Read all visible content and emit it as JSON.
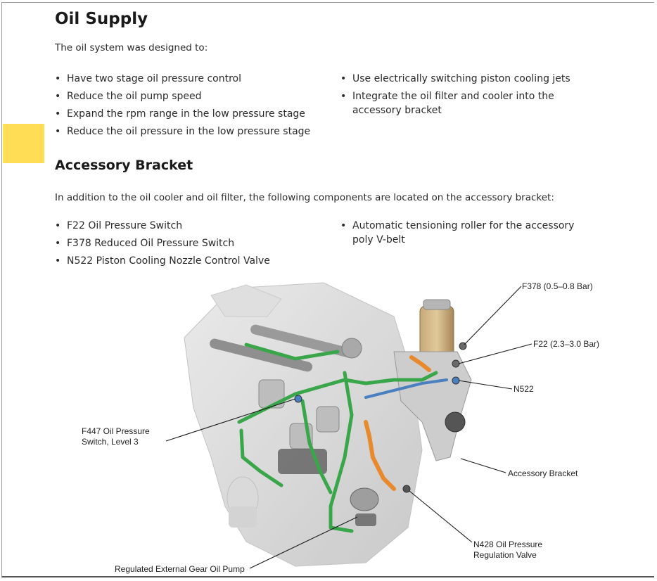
{
  "oil_supply": {
    "title": "Oil Supply",
    "intro": "The oil system was designed to:",
    "left_bullets": [
      "Have two stage oil pressure control",
      "Reduce the oil pump speed",
      "Expand the rpm range in the low pressure stage",
      "Reduce the oil pressure in the low pressure stage"
    ],
    "right_bullets": [
      "Use electrically switching piston cooling jets",
      "Integrate the oil filter and cooler into the accessory bracket"
    ]
  },
  "accessory_bracket": {
    "title": "Accessory Bracket",
    "intro": "In addition to the oil cooler and oil filter, the following components are located on the accessory bracket:",
    "left_bullets": [
      "F22 Oil Pressure Switch",
      "F378 Reduced Oil Pressure Switch",
      "N522 Piston Cooling Nozzle Control Valve"
    ],
    "right_bullets": [
      "Automatic tensioning roller for the accessory poly V-belt"
    ]
  },
  "diagram_labels": {
    "f378": "F378 (0.5–0.8 Bar)",
    "f22": "F22 (2.3–3.0 Bar)",
    "n522": "N522",
    "f447_line1": "F447 Oil Pressure",
    "f447_line2": "Switch, Level 3",
    "accessory_bracket": "Accessory Bracket",
    "n428_line1": "N428 Oil Pressure",
    "n428_line2": "Regulation Valve",
    "pump": "Regulated External Gear Oil Pump"
  },
  "colors": {
    "accent_tab": "#ffde55",
    "oil_passage": "#3aa64a",
    "low_pressure": "#e8892c",
    "control": "#4a7fc0"
  }
}
